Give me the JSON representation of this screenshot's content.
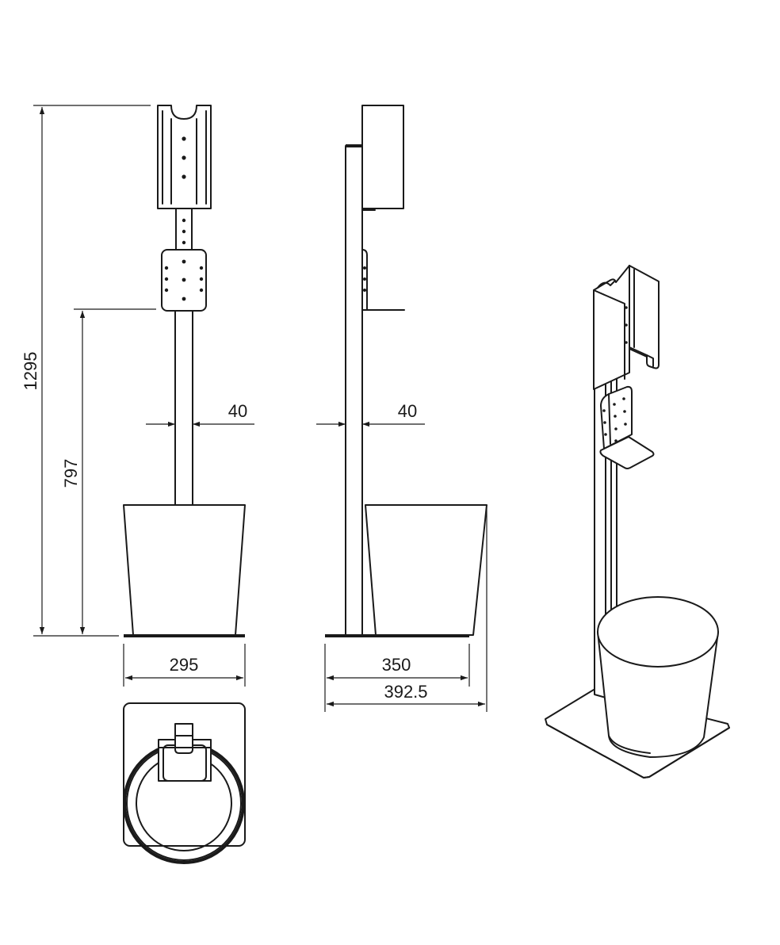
{
  "dimensions": {
    "total_height": "1295",
    "bin_height": "797",
    "front_post_width": "40",
    "side_post_width": "40",
    "front_base_width": "295",
    "side_bin_depth": "350",
    "side_total_depth": "392.5"
  }
}
